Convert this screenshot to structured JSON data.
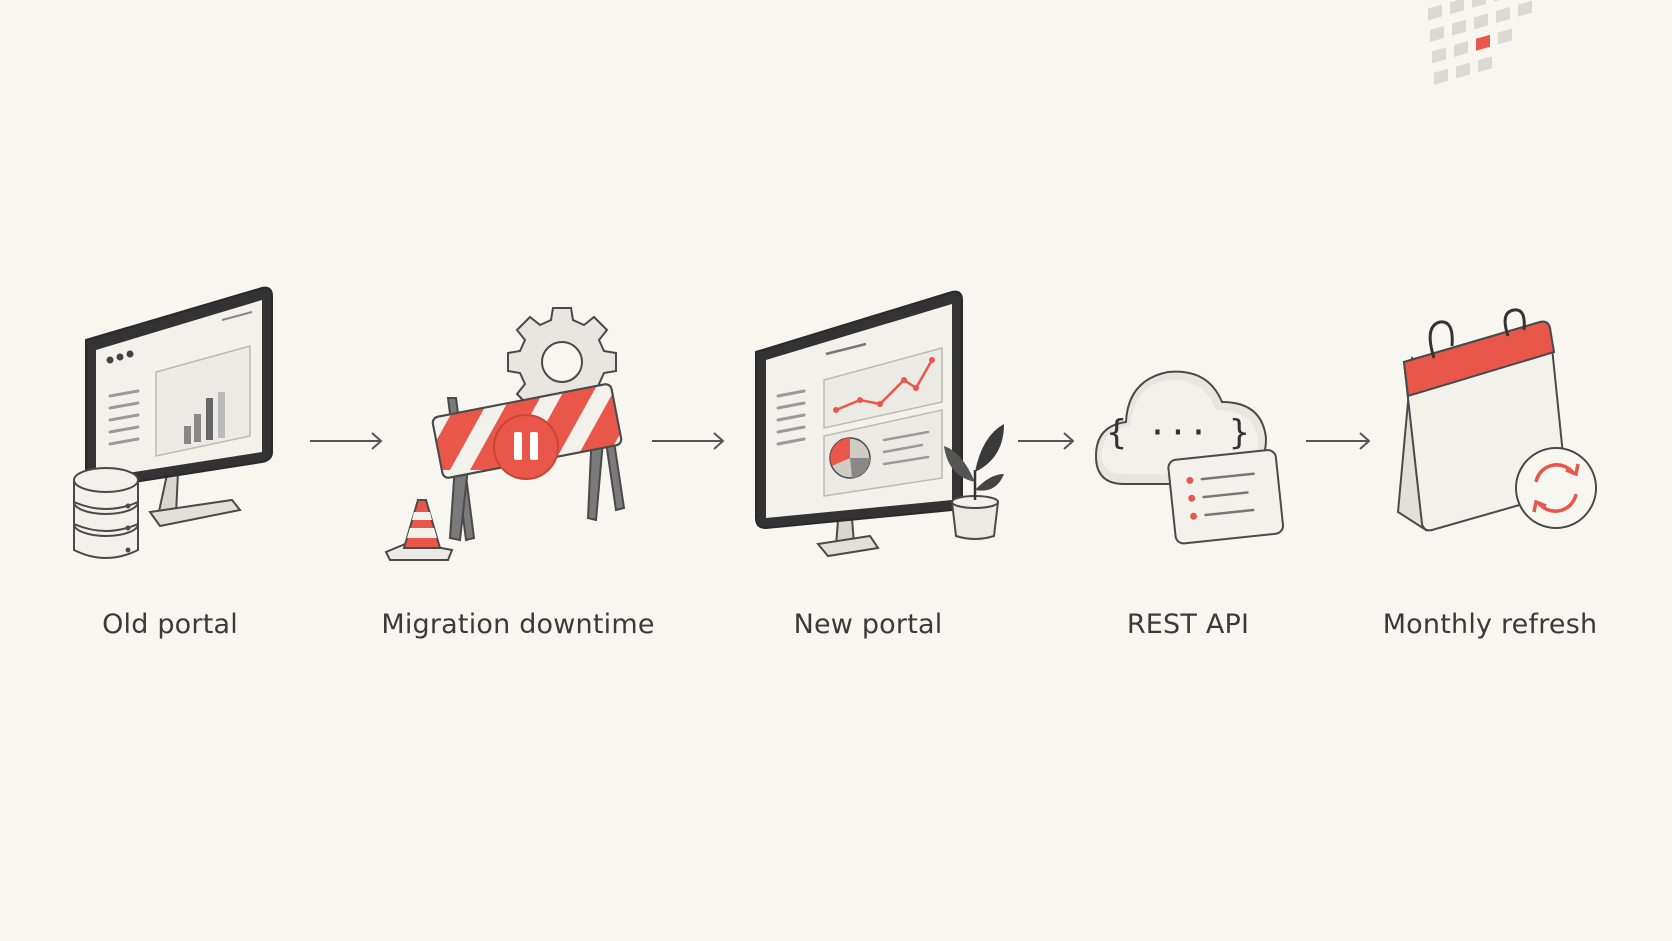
{
  "colors": {
    "background": "#f8f6f0",
    "accent": "#e8574a",
    "outline": "#4a4a4a",
    "screen": "#f3f1ec",
    "line": "#555555"
  },
  "steps": [
    {
      "label": "Old portal",
      "icon": "desktop-with-database-icon"
    },
    {
      "label": "Migration downtime",
      "icon": "barrier-with-pause-icon"
    },
    {
      "label": "New portal",
      "icon": "desktop-with-charts-icon"
    },
    {
      "label": "REST API",
      "icon": "cloud-api-icon"
    },
    {
      "label": "Monthly refresh",
      "icon": "calendar-refresh-icon"
    }
  ],
  "api_braces": "{ ··· }"
}
